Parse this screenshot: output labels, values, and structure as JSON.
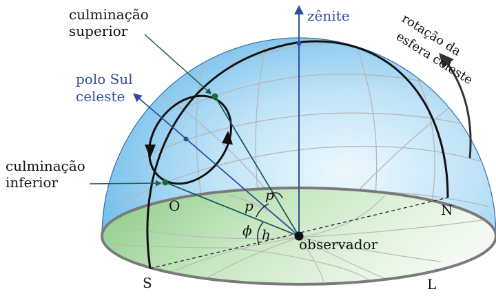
{
  "labels": {
    "culm_sup": [
      "culminação",
      "superior"
    ],
    "culm_inf": [
      "culminação",
      "inferior"
    ],
    "polo": [
      "polo Sul",
      "celeste"
    ],
    "zenite": "zênite",
    "rotacao": [
      "rotação da",
      "esfera celeste"
    ],
    "O": "O",
    "N": "N",
    "S": "S",
    "L": "L",
    "observador": "observador",
    "p1": "p",
    "p2": "p",
    "phi": "ϕ",
    "h": "h"
  },
  "colors": {
    "dome_light": "#e6f4fc",
    "dome_mid": "#a9d9f4",
    "dome_dark": "#4aa3df",
    "ground_light": "#f1f8ee",
    "ground_dark": "#7cc47a",
    "rim": "#7a7a7a",
    "axis_blue": "#2f4f9e",
    "teal": "#1f5a55",
    "grid": "#b5b5b5",
    "path": "#111111",
    "star": "#1e6b36"
  }
}
